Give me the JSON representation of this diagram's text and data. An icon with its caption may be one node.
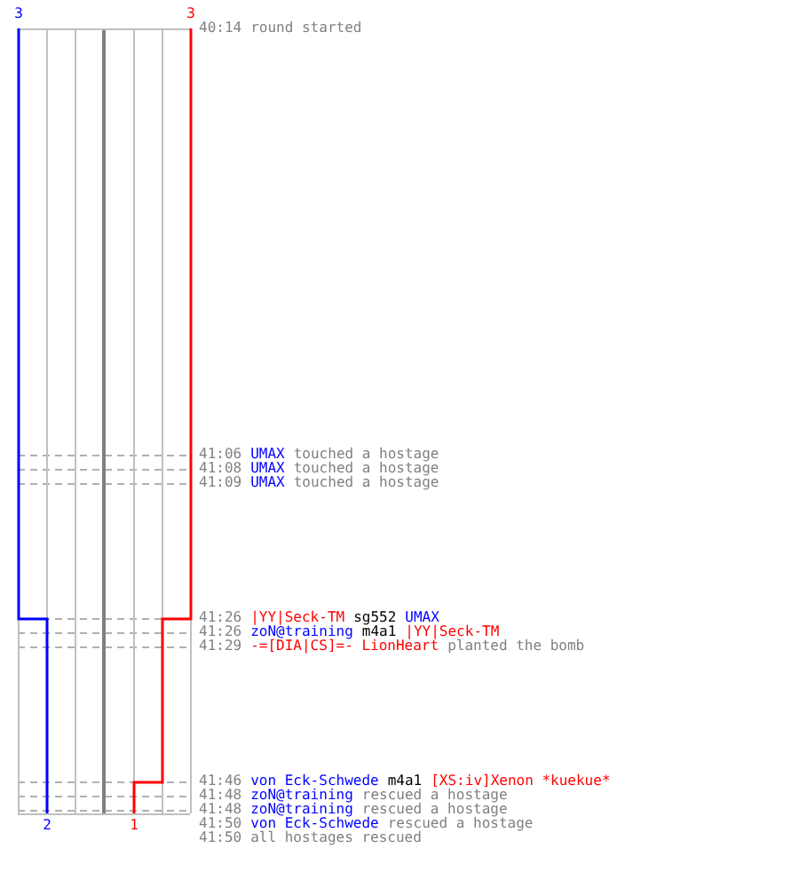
{
  "diagram": {
    "labels": [
      "3",
      "3",
      "2",
      "1",
      "40:14",
      "round started",
      "41:06",
      "UMAX",
      "touched a hostage",
      "41:08",
      "UMAX",
      "touched a hostage",
      "41:09",
      "UMAX",
      "touched a hostage",
      "41:26",
      "|YY|Seck-TM",
      "sg552",
      "UMAX",
      "41:26",
      "zoN@training",
      "m4a1",
      "|YY|Seck-TM",
      "41:29",
      "-=[DIA|CS]=- LionHeart",
      "planted the bomb",
      "41:46",
      "von Eck-Schwede",
      "m4a1",
      "[XS:iv]Xenon *kuekue*",
      "41:48",
      "zoN@training",
      "rescued a hostage",
      "41:48",
      "zoN@training",
      "rescued a hostage",
      "41:50",
      "von Eck-Schwede",
      "rescued a hostage",
      "41:50",
      "all hostages rescued"
    ]
  }
}
